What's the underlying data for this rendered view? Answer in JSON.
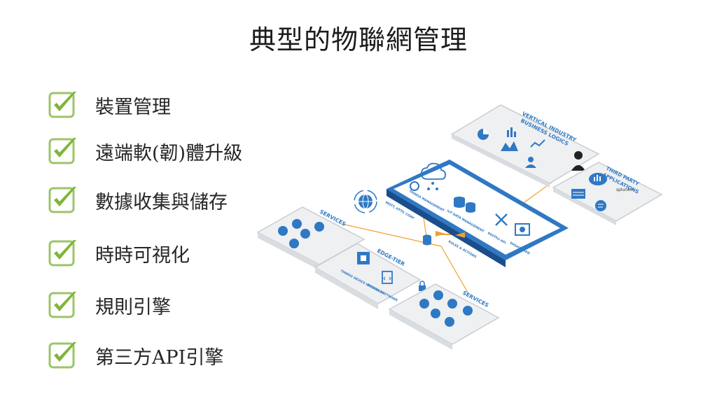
{
  "slide": {
    "title": "典型的物聯網管理",
    "items": [
      {
        "label": "裝置管理",
        "icon": "check-icon"
      },
      {
        "label": "遠端軟(韌)體升級",
        "icon": "check-icon"
      },
      {
        "label": "數據收集與儲存",
        "icon": "check-icon"
      },
      {
        "label": "時時可視化",
        "icon": "check-icon"
      },
      {
        "label": "規則引擎",
        "icon": "check-icon"
      },
      {
        "label": "第三方API引擎",
        "icon": "check-icon"
      }
    ]
  },
  "diagram": {
    "colors": {
      "accent": "#2f78c4",
      "dark": "#1b4d8c",
      "orange": "#f0a030",
      "panel": "#eef0f2",
      "border": "#c9cdd2",
      "check": "#7fb539"
    },
    "vertical": {
      "title_line1": "VERTICAL INDUSTRY",
      "title_line2": "BUSINESS LOGICS"
    },
    "third_party": {
      "title_line1": "THIRD PARTY",
      "title_line2": "APPLICATIONS",
      "splunk": "splunk>"
    },
    "platform": {
      "title": "IoT PLATFORM",
      "things_management": "THINGS MANAGEMENT",
      "iot_data_management": "IoT DATA MANAGEMENT",
      "mqtt": "MQTT, HTTP, COAP",
      "rules": "RULES & ACTIONS",
      "restful": "RESTful API",
      "dashboard": "DASHBOARD"
    },
    "services_top": "SERVICES",
    "edge_tier": "EDGE-TIER",
    "things_hardware": "THINGS DEVICE HARDWARE",
    "things_software": "THINGS SOFTWARE",
    "services_bottom": "SERVICES"
  }
}
